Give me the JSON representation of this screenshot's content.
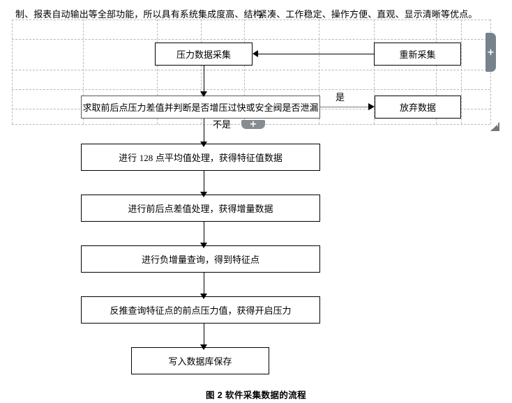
{
  "document": {
    "body_text_left": "制、报表自动输出等全部功能，所以具有系统集成度高、结构",
    "body_text_right": "紧凑、工作稳定、操作方便、直观、显示清晰等优点。"
  },
  "table_handles": {
    "insert_column_label": "+",
    "insert_row_label": "+",
    "resize_icon": "resize-handle-icon"
  },
  "flowchart": {
    "boxes": [
      {
        "id": "acquire",
        "label": "压力数据采集"
      },
      {
        "id": "reacquire",
        "label": "重新采集"
      },
      {
        "id": "judge",
        "label": "求取前后点压力差值并判断是否增压过快或安全阀是否泄漏"
      },
      {
        "id": "discard",
        "label": "放弃数据"
      },
      {
        "id": "average",
        "label_pre": "进行",
        "label_num": "128",
        "label_post": "点平均值处理，获得特征值数据"
      },
      {
        "id": "difference",
        "label": "进行前后点差值处理，获得增量数据"
      },
      {
        "id": "negative",
        "label": "进行负增量查询，得到特征点"
      },
      {
        "id": "backtrack",
        "label": "反推查询特征点的前点压力值，获得开启压力"
      },
      {
        "id": "save",
        "label": "写入数据库保存"
      }
    ],
    "edge_labels": {
      "yes": "是",
      "no": "不是"
    }
  },
  "caption": {
    "prefix": "图",
    "number": "2",
    "text": "软件采集数据的流程",
    "full": "图 2 软件采集数据的流程"
  },
  "colors": {
    "gridline": "#b9b9b9",
    "box_border": "#000000",
    "handle": "#78828c",
    "text": "#000000"
  }
}
